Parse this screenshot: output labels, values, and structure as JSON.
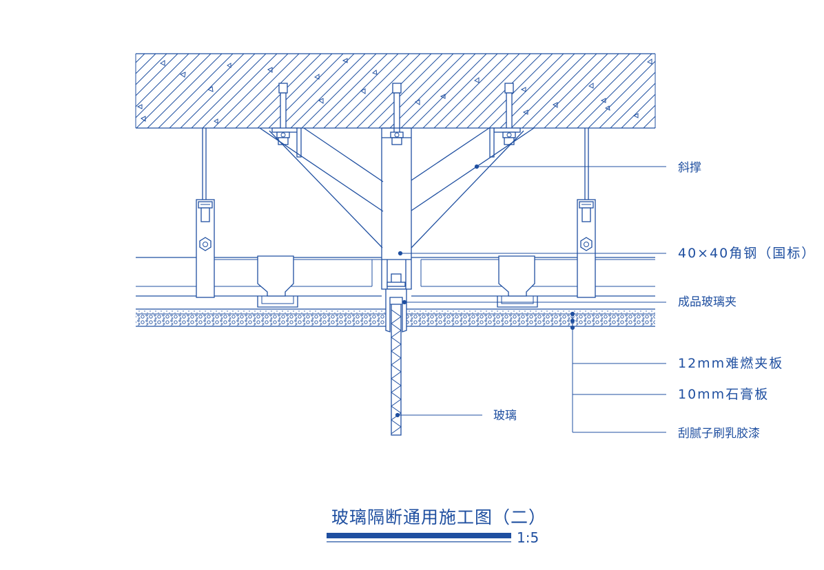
{
  "colors": {
    "ink": "#1f4fa0",
    "background": "#ffffff"
  },
  "labels": {
    "brace": "斜撑",
    "angle_steel": "40×40角钢（国标）",
    "glass_clip": "成品玻璃夹",
    "board_12": "12mm难燃夹板",
    "gypsum_10": "10mm石膏板",
    "paint": "刮腻子刷乳胶漆",
    "glass": "玻璃"
  },
  "title": "玻璃隔断通用施工图（二）",
  "scale": "1:5"
}
